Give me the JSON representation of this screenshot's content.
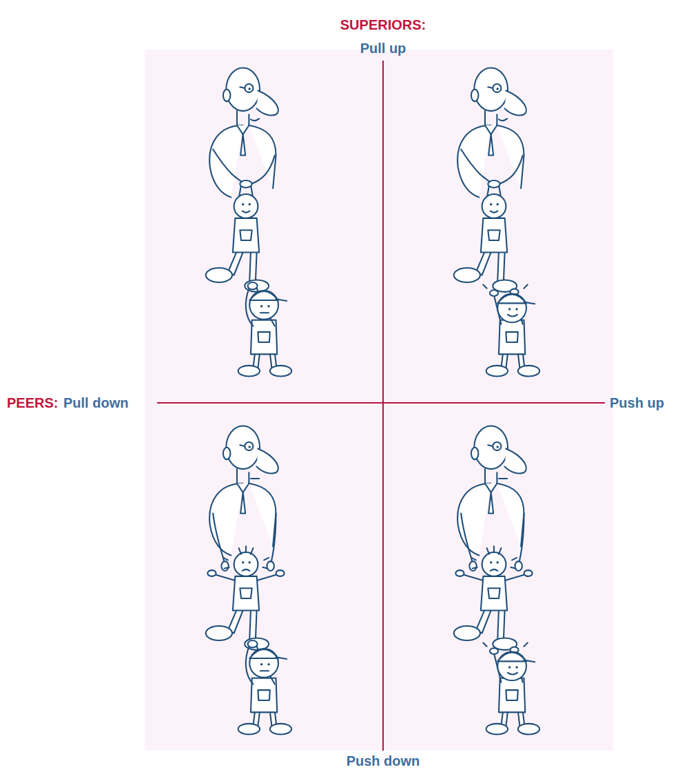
{
  "diagram": {
    "labels": [
      "SUPERIORS:",
      "Pull up",
      "PEERS:",
      "Pull down",
      "Push up",
      "Push down"
    ]
  }
}
